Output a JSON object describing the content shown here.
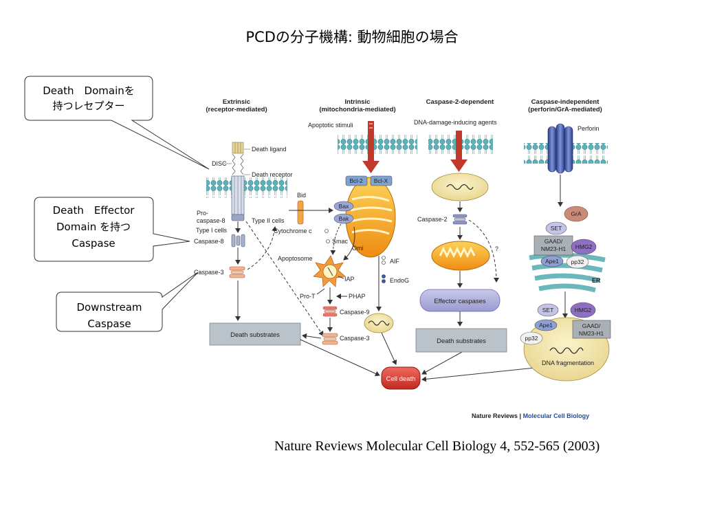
{
  "slide": {
    "title": "PCDの分子機構: 動物細胞の場合",
    "citation": "Nature Reviews Molecular Cell Biology 4, 552-565 (2003)"
  },
  "callouts": {
    "death_domain_receptor": [
      "Death　Domainを",
      "持つレセプター"
    ],
    "death_effector_caspase": [
      "Death　Effector",
      "Domain  を持つ",
      "Caspase"
    ],
    "downstream_caspase": [
      "Downstream",
      "Caspase"
    ]
  },
  "figure": {
    "columns": {
      "extrinsic": [
        "Extrinsic",
        "(receptor-mediated)"
      ],
      "intrinsic": [
        "Intrinsic",
        "(mitochondria-mediated)"
      ],
      "caspase2": [
        "Caspase-2-dependent"
      ],
      "independent": [
        "Caspase-independent",
        "(perforin/GrA-mediated)"
      ]
    },
    "labels": {
      "disc": "DISC",
      "death_ligand": "Death ligand",
      "death_receptor": "Death receptor",
      "pro_caspase8_line1": "Pro-",
      "pro_caspase8_line2": "caspase-8",
      "type1": "Type I cells",
      "caspase8": "Caspase-8",
      "caspase3_left": "Caspase-3",
      "death_substrates_left": "Death substrates",
      "apoptotic_stimuli": "Apoptotic stimuli",
      "bcl2": "Bcl-2",
      "bclx": "Bcl-X",
      "bid": "Bid",
      "type2": "Type II cells",
      "bax": "Bax",
      "bak": "Bak",
      "cytochrome": "Cytochrome c",
      "smac": "Smac",
      "omi": "Omi",
      "apoptosome": "Apoptosome",
      "aif": "AIF",
      "endog": "EndoG",
      "iap": "IAP",
      "prot": "Pro-T",
      "phap": "PHAP",
      "caspase9": "Caspase-9",
      "caspase3_mid": "Caspase-3",
      "cell_death": "Cell death",
      "dna_agents": "DNA-damage-inducing agents",
      "caspase2": "Caspase-2",
      "question": "?",
      "effector_caspases": "Effector caspases",
      "death_substrates_right": "Death substrates",
      "perforin": "Perforin",
      "gra": "GrA",
      "set1": "SET",
      "gaad1": "GAAD/",
      "nm231": "NM23-H1",
      "hmg2_1": "HMG2",
      "ape1_1": "Ape1",
      "pp32_1": "pp32",
      "er": "ER",
      "set2": "SET",
      "hmg2_2": "HMG2",
      "ape1_2": "Ape1",
      "gaad2": "GAAD/",
      "nm232": "NM23-H1",
      "pp32_2": "pp32",
      "dna_frag": "DNA fragmentation",
      "journal_a": "Nature Reviews",
      "journal_sep": " | ",
      "journal_b": "Molecular Cell Biology"
    },
    "colors": {
      "membrane": "#4fa9b0",
      "arrow_red": "#c0392b",
      "mito": "#f3a21a",
      "cell_death": "#d9342b",
      "substrate_box": "#b9c3c9",
      "effector": "#a8a8d6",
      "nucleus": "#efe2a6",
      "journal_blue": "#1f4e9c"
    }
  }
}
